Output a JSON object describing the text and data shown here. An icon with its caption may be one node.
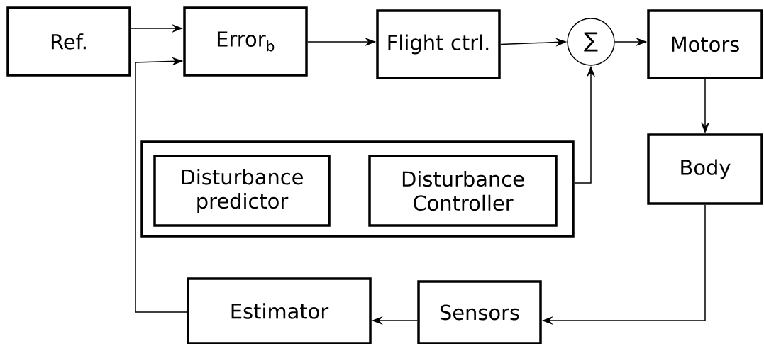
{
  "diagram": {
    "nodes": [
      {
        "text": [
          "Ref."
        ]
      },
      {
        "text": [
          "Error$_{b}$"
        ]
      },
      {
        "text": [
          "Flight ctrl."
        ]
      },
      {
        "text": [
          "∑"
        ]
      },
      {
        "text": [
          "Motors"
        ]
      },
      {
        "text": [
          "Body"
        ]
      },
      {
        "text": [],
        "shape": "box"
      },
      {
        "text": [
          "Disturbance predictor"
        ],
        "in": 6
      },
      {
        "text": [
          "Disturbance Controller"
        ],
        "in": 6
      },
      {
        "text": [
          "Estimator"
        ]
      },
      {
        "text": [
          "Sensors"
        ]
      }
    ],
    "edges": [
      {
        "from": 0,
        "to": 1,
        "arrow": "to"
      },
      {
        "from": 1,
        "to": 2,
        "arrow": "to"
      },
      {
        "from": 2,
        "to": 3,
        "arrow": "to"
      },
      {
        "from": 3,
        "to": 4,
        "arrow": "to"
      },
      {
        "from": 6,
        "to": 3,
        "arrow": "to"
      },
      {
        "from": 4,
        "to": 5,
        "arrow": "to"
      },
      {
        "from": 5,
        "to": 10,
        "arrow": "to"
      },
      {
        "from": 10,
        "to": 9,
        "arrow": "to"
      },
      {
        "from": 9,
        "to": 1,
        "arrow": "to"
      }
    ]
  }
}
